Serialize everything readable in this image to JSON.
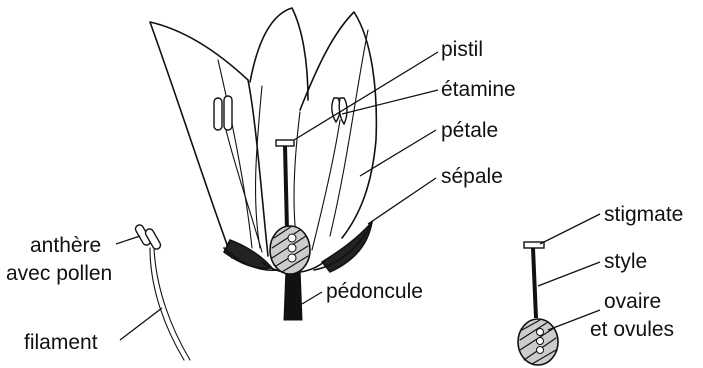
{
  "labels": {
    "pistil": "pistil",
    "etamine": "étamine",
    "petale": "pétale",
    "sepale": "sépale",
    "pedoncule": "pédoncule",
    "anthere": "anthère",
    "avec_pollen": "avec pollen",
    "filament": "filament",
    "stigmate": "stigmate",
    "style": "style",
    "ovaire": "ovaire",
    "et_ovules": "et ovules"
  },
  "colors": {
    "ink": "#111111",
    "background": "#ffffff"
  }
}
